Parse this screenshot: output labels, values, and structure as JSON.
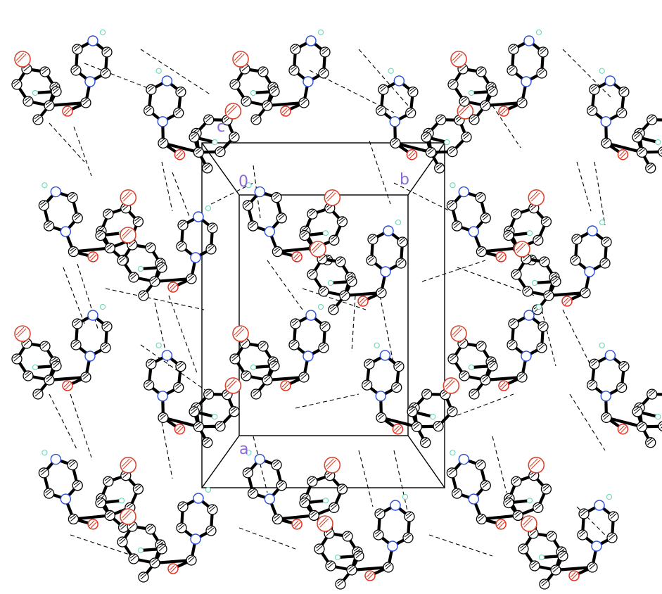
{
  "figure": {
    "axis_labels": {
      "c": "c",
      "b": "b",
      "a": "a",
      "origin": "0"
    },
    "atom_colors": {
      "carbon": "#000000",
      "nitrogen": "#2a4fd8",
      "oxygen": "#e0311e",
      "hydrogen": "#6fd6b8",
      "chlorine": "#d8442d"
    },
    "hydrogen_bonds_shown": true,
    "unit_cell_shown": true
  }
}
